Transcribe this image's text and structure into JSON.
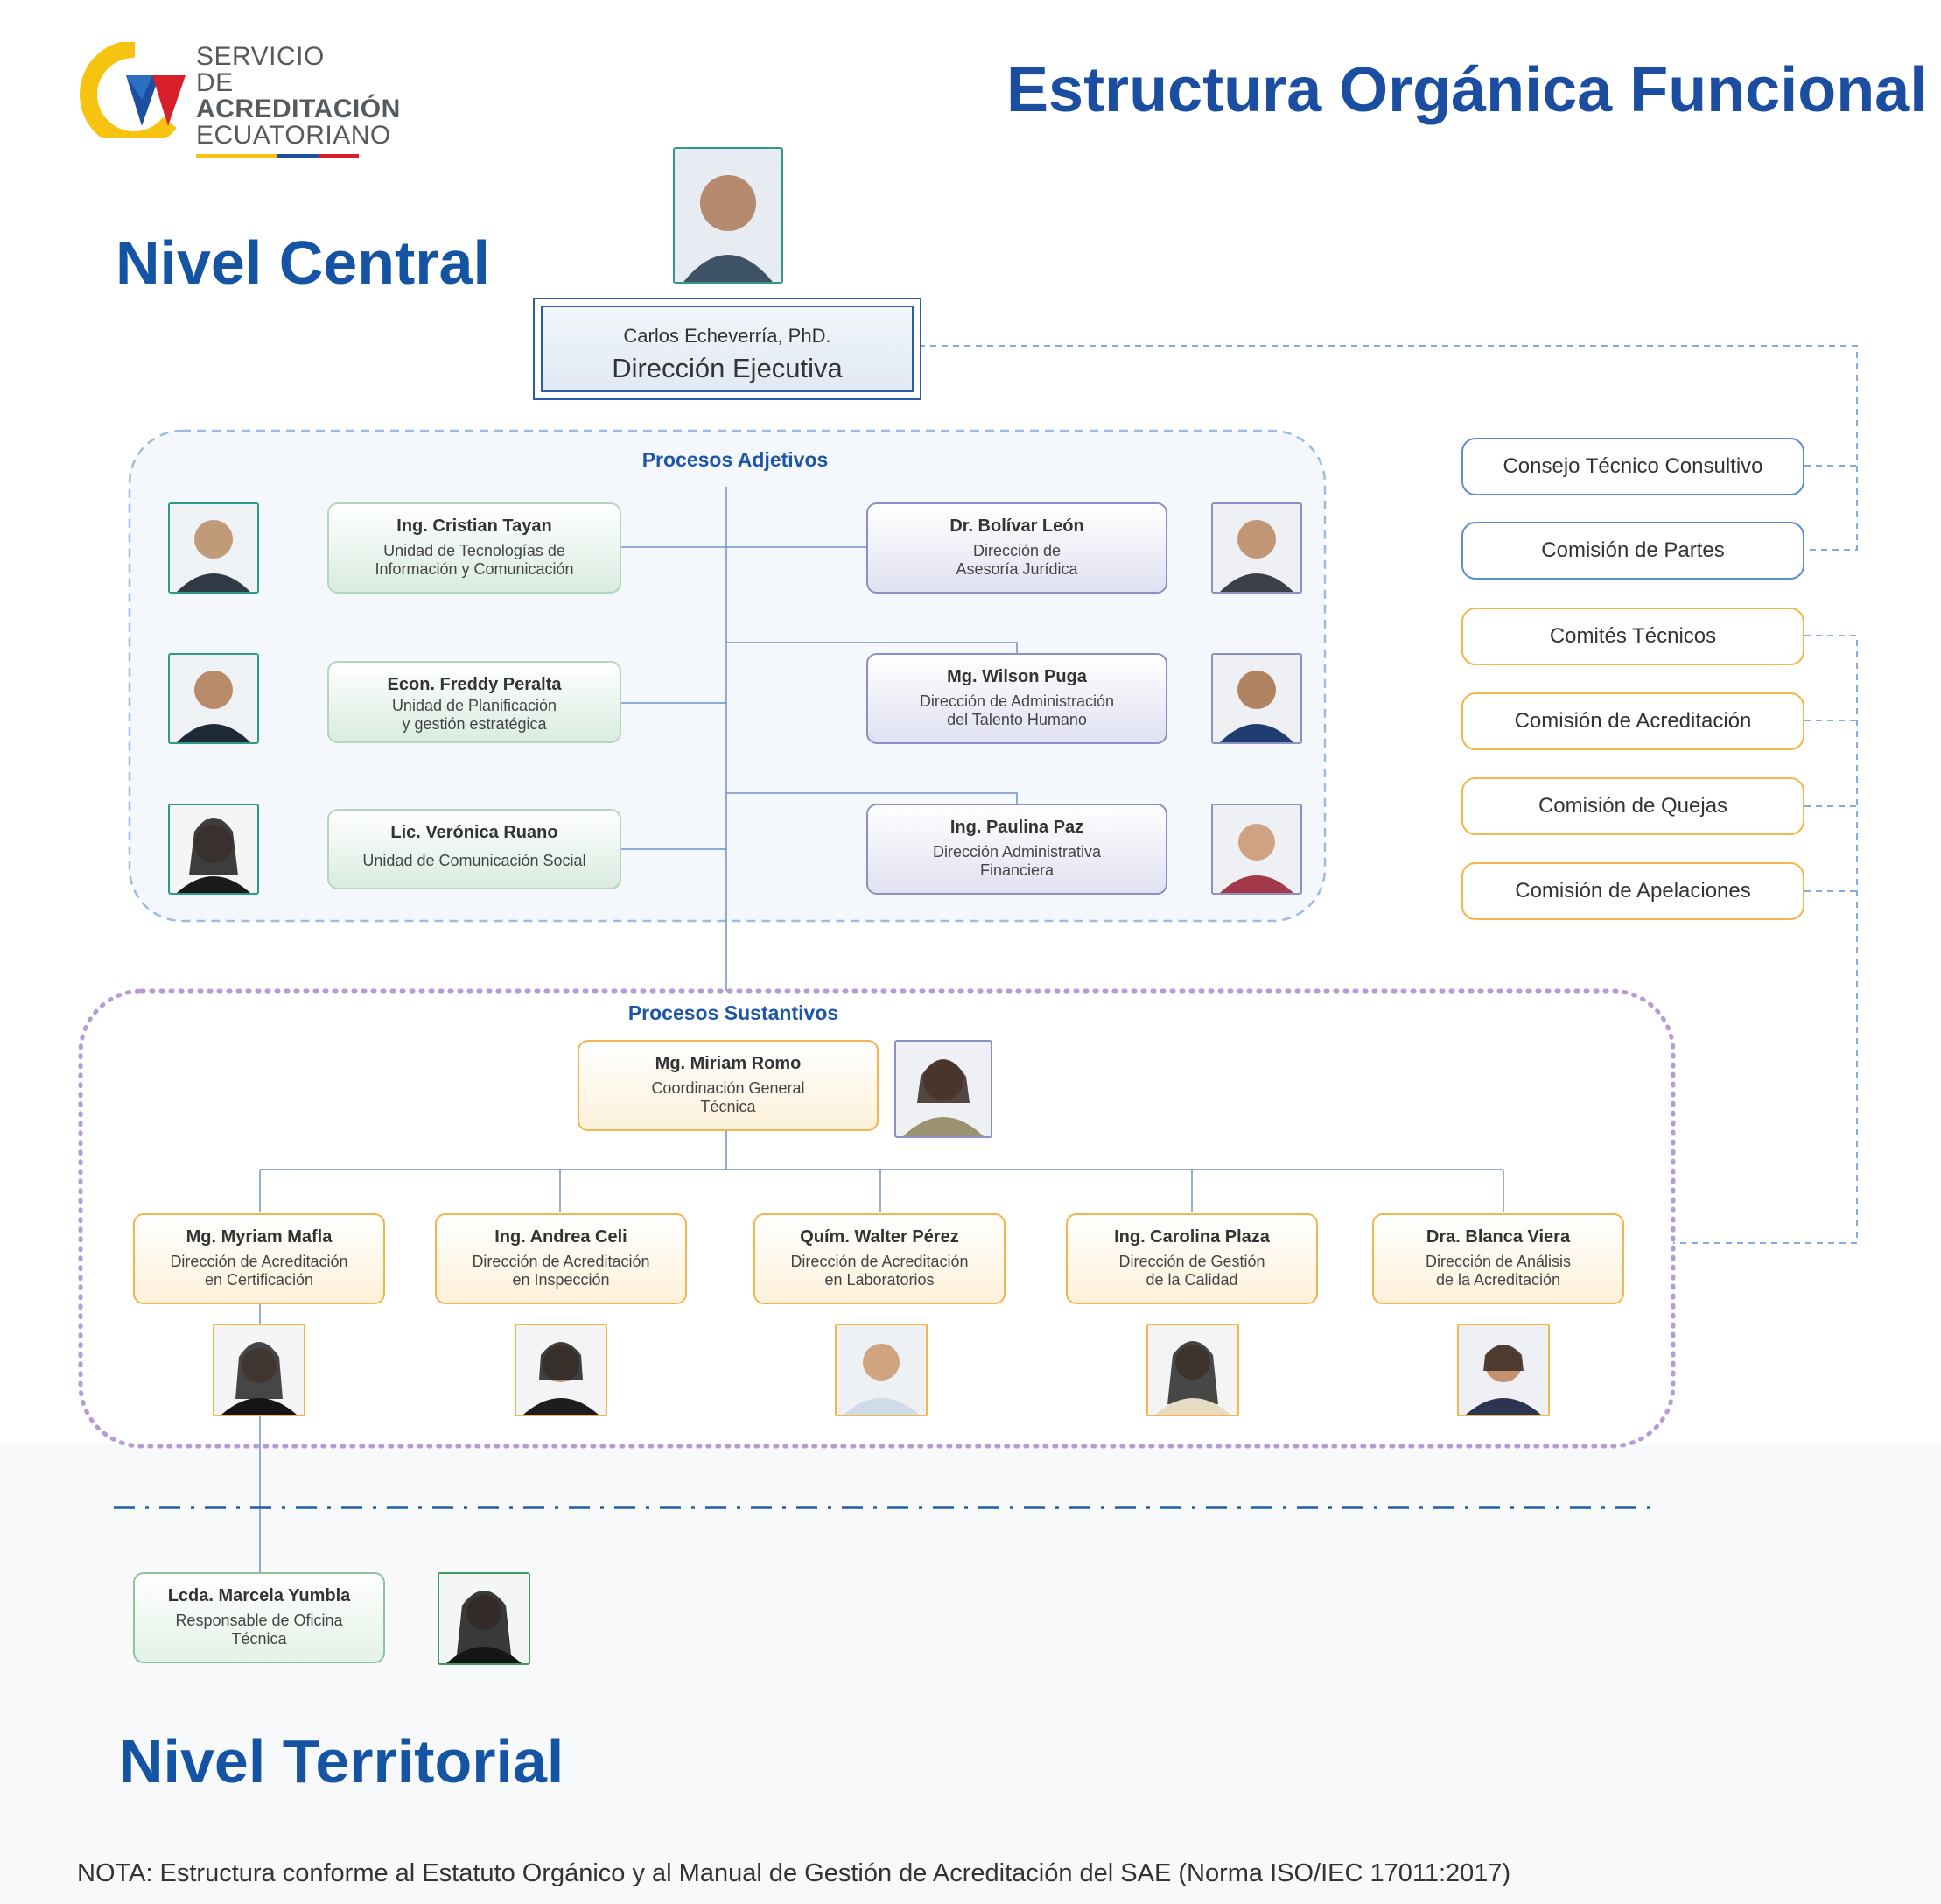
{
  "logo": {
    "line1": "SERVICIO",
    "line2_prefix": "DE ",
    "line2_bold": "ACREDITACIÓN",
    "line3": "ECUATORIANO"
  },
  "page_title": "Estructura Orgánica Funcional",
  "levels": {
    "central": "Nivel Central",
    "territorial": "Nivel Territorial"
  },
  "executive": {
    "name": "Carlos Echeverría, PhD.",
    "role": "Dirección Ejecutiva"
  },
  "adjetivos": {
    "title": "Procesos Adjetivos",
    "left": [
      {
        "name": "Ing. Cristian Tayan",
        "role1": "Unidad de Tecnologías de",
        "role2": "Información y Comunicación"
      },
      {
        "name": "Econ. Freddy Peralta",
        "role1": "Unidad de Planificación",
        "role2": "y gestión estratégica"
      },
      {
        "name": "Lic. Verónica Ruano",
        "role1": "Unidad de Comunicación Social",
        "role2": ""
      }
    ],
    "right": [
      {
        "name": "Dr. Bolívar León",
        "role1": "Dirección de",
        "role2": "Asesoría Jurídica"
      },
      {
        "name": "Mg. Wilson Puga",
        "role1": "Dirección de Administración",
        "role2": "del Talento Humano"
      },
      {
        "name": "Ing. Paulina Paz",
        "role1": "Dirección Administrativa",
        "role2": "Financiera"
      }
    ]
  },
  "sustantivos": {
    "title": "Procesos Sustantivos",
    "coordinator": {
      "name": "Mg. Miriam Romo",
      "role1": "Coordinación General",
      "role2": "Técnica"
    },
    "directions": [
      {
        "name": "Mg. Myriam Mafla",
        "role1": "Dirección de Acreditación",
        "role2": "en Certificación"
      },
      {
        "name": "Ing. Andrea Celi",
        "role1": "Dirección de Acreditación",
        "role2": "en Inspección"
      },
      {
        "name": "Quím. Walter Pérez",
        "role1": "Dirección de Acreditación",
        "role2": "en Laboratorios"
      },
      {
        "name": "Ing. Carolina Plaza",
        "role1": "Dirección de Gestión",
        "role2": "de la Calidad"
      },
      {
        "name": "Dra. Blanca Viera",
        "role1": "Dirección de Análisis",
        "role2": "de la Acreditación"
      }
    ]
  },
  "territorial": {
    "name": "Lcda. Marcela Yumbla",
    "role1": "Responsable de Oficina",
    "role2": "Técnica"
  },
  "side_bodies": {
    "blue": [
      "Consejo Técnico Consultivo",
      "Comisión de Partes"
    ],
    "gold": [
      "Comités Técnicos",
      "Comisión de Acreditación",
      "Comisión de Quejas",
      "Comisión de Apelaciones"
    ]
  },
  "note": "NOTA: Estructura conforme al Estatuto Orgánico y al Manual de Gestión de Acreditación del SAE (Norma ISO/IEC 17011:2017)",
  "colors": {
    "primary_blue": "#1b4ea0",
    "accent_gold": "#f3b54c",
    "accent_lavender": "#8c8fc3",
    "accent_green": "#b4d6be"
  }
}
